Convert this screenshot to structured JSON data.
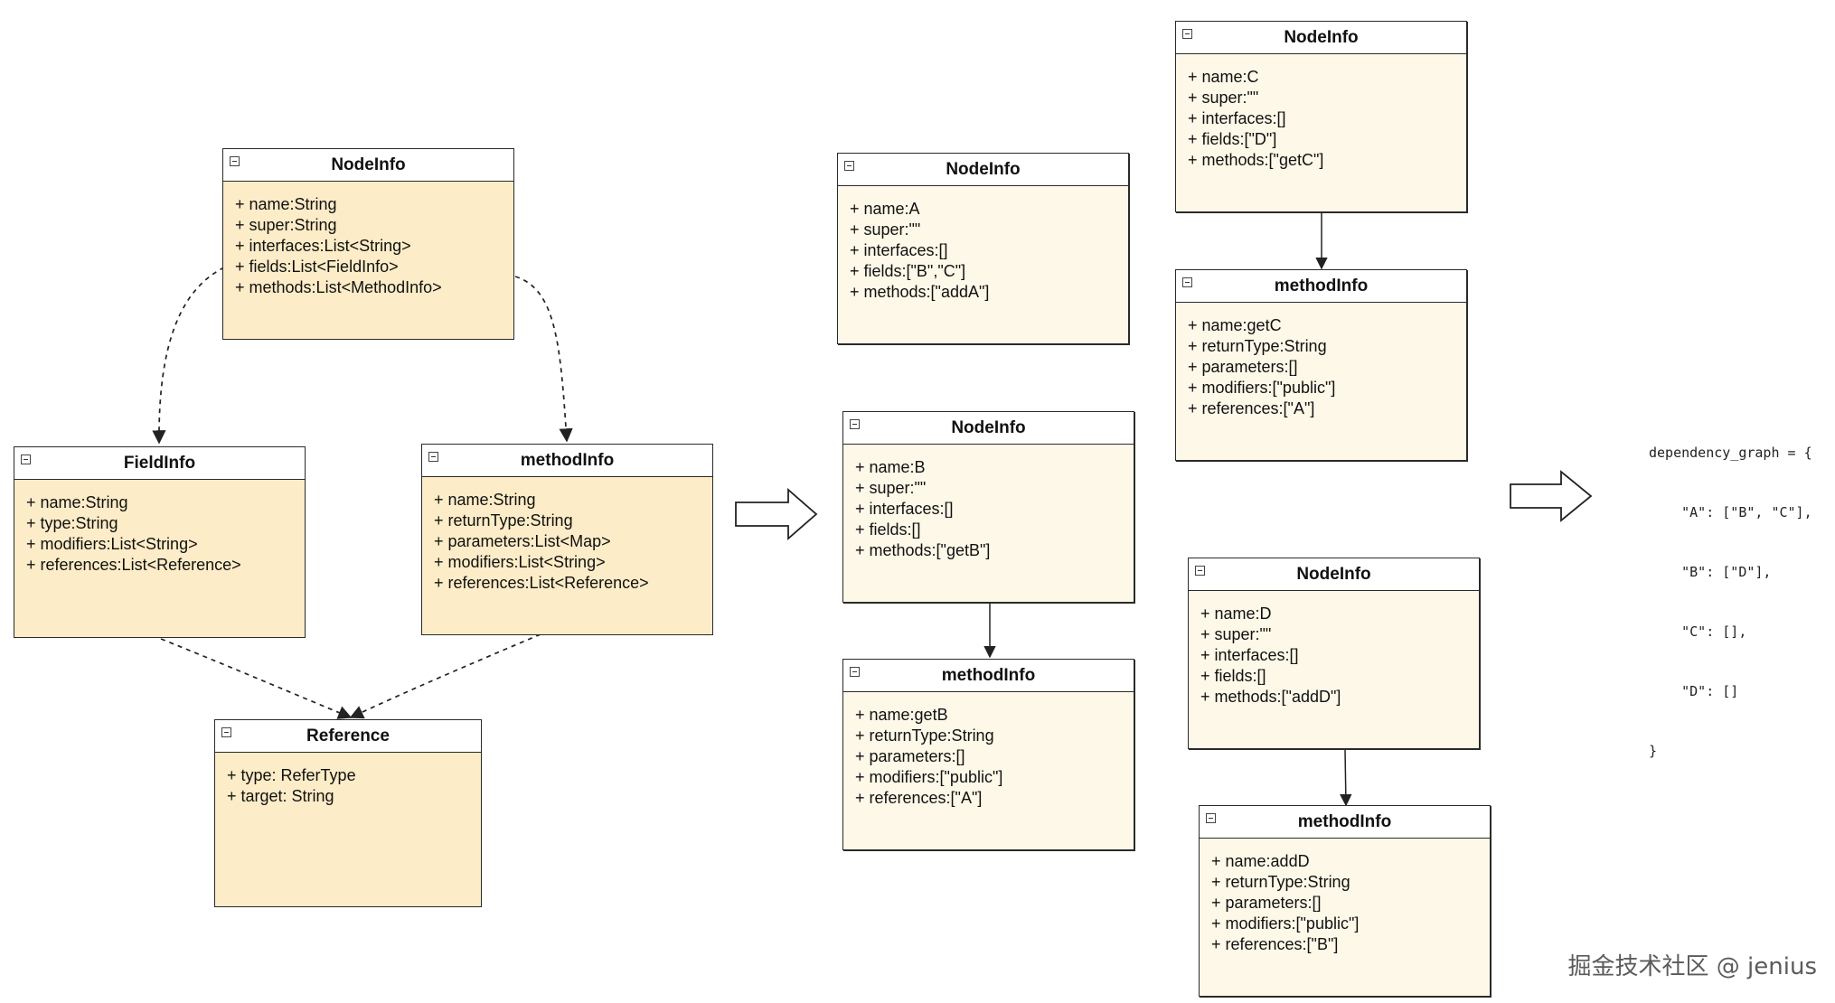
{
  "schema": {
    "node": {
      "title": "NodeInfo",
      "fields": [
        "name:String",
        "super:String",
        "interfaces:List<String>",
        "fields:List<FieldInfo>",
        "methods:List<MethodInfo>"
      ]
    },
    "field": {
      "title": "FieldInfo",
      "fields": [
        "name:String",
        "type:String",
        "modifiers:List<String>",
        "references:List<Reference>"
      ]
    },
    "method": {
      "title": "methodInfo",
      "fields": [
        "name:String",
        "returnType:String",
        "parameters:List<Map>",
        "modifiers:List<String>",
        "references:List<Reference>"
      ]
    },
    "reference": {
      "title": "Reference",
      "fields": [
        "type: ReferType",
        "target: String"
      ]
    }
  },
  "instances": {
    "nodeA": {
      "title": "NodeInfo",
      "fields": [
        "name:A",
        "super:\"\"",
        "interfaces:[]",
        "fields:[\"B\",\"C\"]",
        "methods:[\"addA\"]"
      ]
    },
    "nodeB": {
      "title": "NodeInfo",
      "fields": [
        "name:B",
        "super:\"\"",
        "interfaces:[]",
        "fields:[]",
        "methods:[\"getB\"]"
      ]
    },
    "methodB": {
      "title": "methodInfo",
      "fields": [
        "name:getB",
        "returnType:String",
        "parameters:[]",
        "modifiers:[\"public\"]",
        "references:[\"A\"]"
      ]
    },
    "nodeC": {
      "title": "NodeInfo",
      "fields": [
        "name:C",
        "super:\"\"",
        "interfaces:[]",
        "fields:[\"D\"]",
        "methods:[\"getC\"]"
      ]
    },
    "methodC": {
      "title": "methodInfo",
      "fields": [
        "name:getC",
        "returnType:String",
        "parameters:[]",
        "modifiers:[\"public\"]",
        "references:[\"A\"]"
      ]
    },
    "nodeD": {
      "title": "NodeInfo",
      "fields": [
        "name:D",
        "super:\"\"",
        "interfaces:[]",
        "fields:[]",
        "methods:[\"addD\"]"
      ]
    },
    "methodD": {
      "title": "methodInfo",
      "fields": [
        "name:addD",
        "returnType:String",
        "parameters:[]",
        "modifiers:[\"public\"]",
        "references:[\"B\"]"
      ]
    }
  },
  "dependency_graph": {
    "lines": [
      "dependency_graph = {",
      "    \"A\": [\"B\", \"C\"],",
      "    \"B\": [\"D\"],",
      "    \"C\": [],",
      "    \"D\": []",
      "}"
    ]
  },
  "watermark": "掘金技术社区 @ jenius",
  "colors": {
    "schema_fill": "#fcecc7",
    "instance_fill": "#fdf8e8",
    "stroke": "#2a2a2a",
    "header_fill": "#ffffff"
  }
}
